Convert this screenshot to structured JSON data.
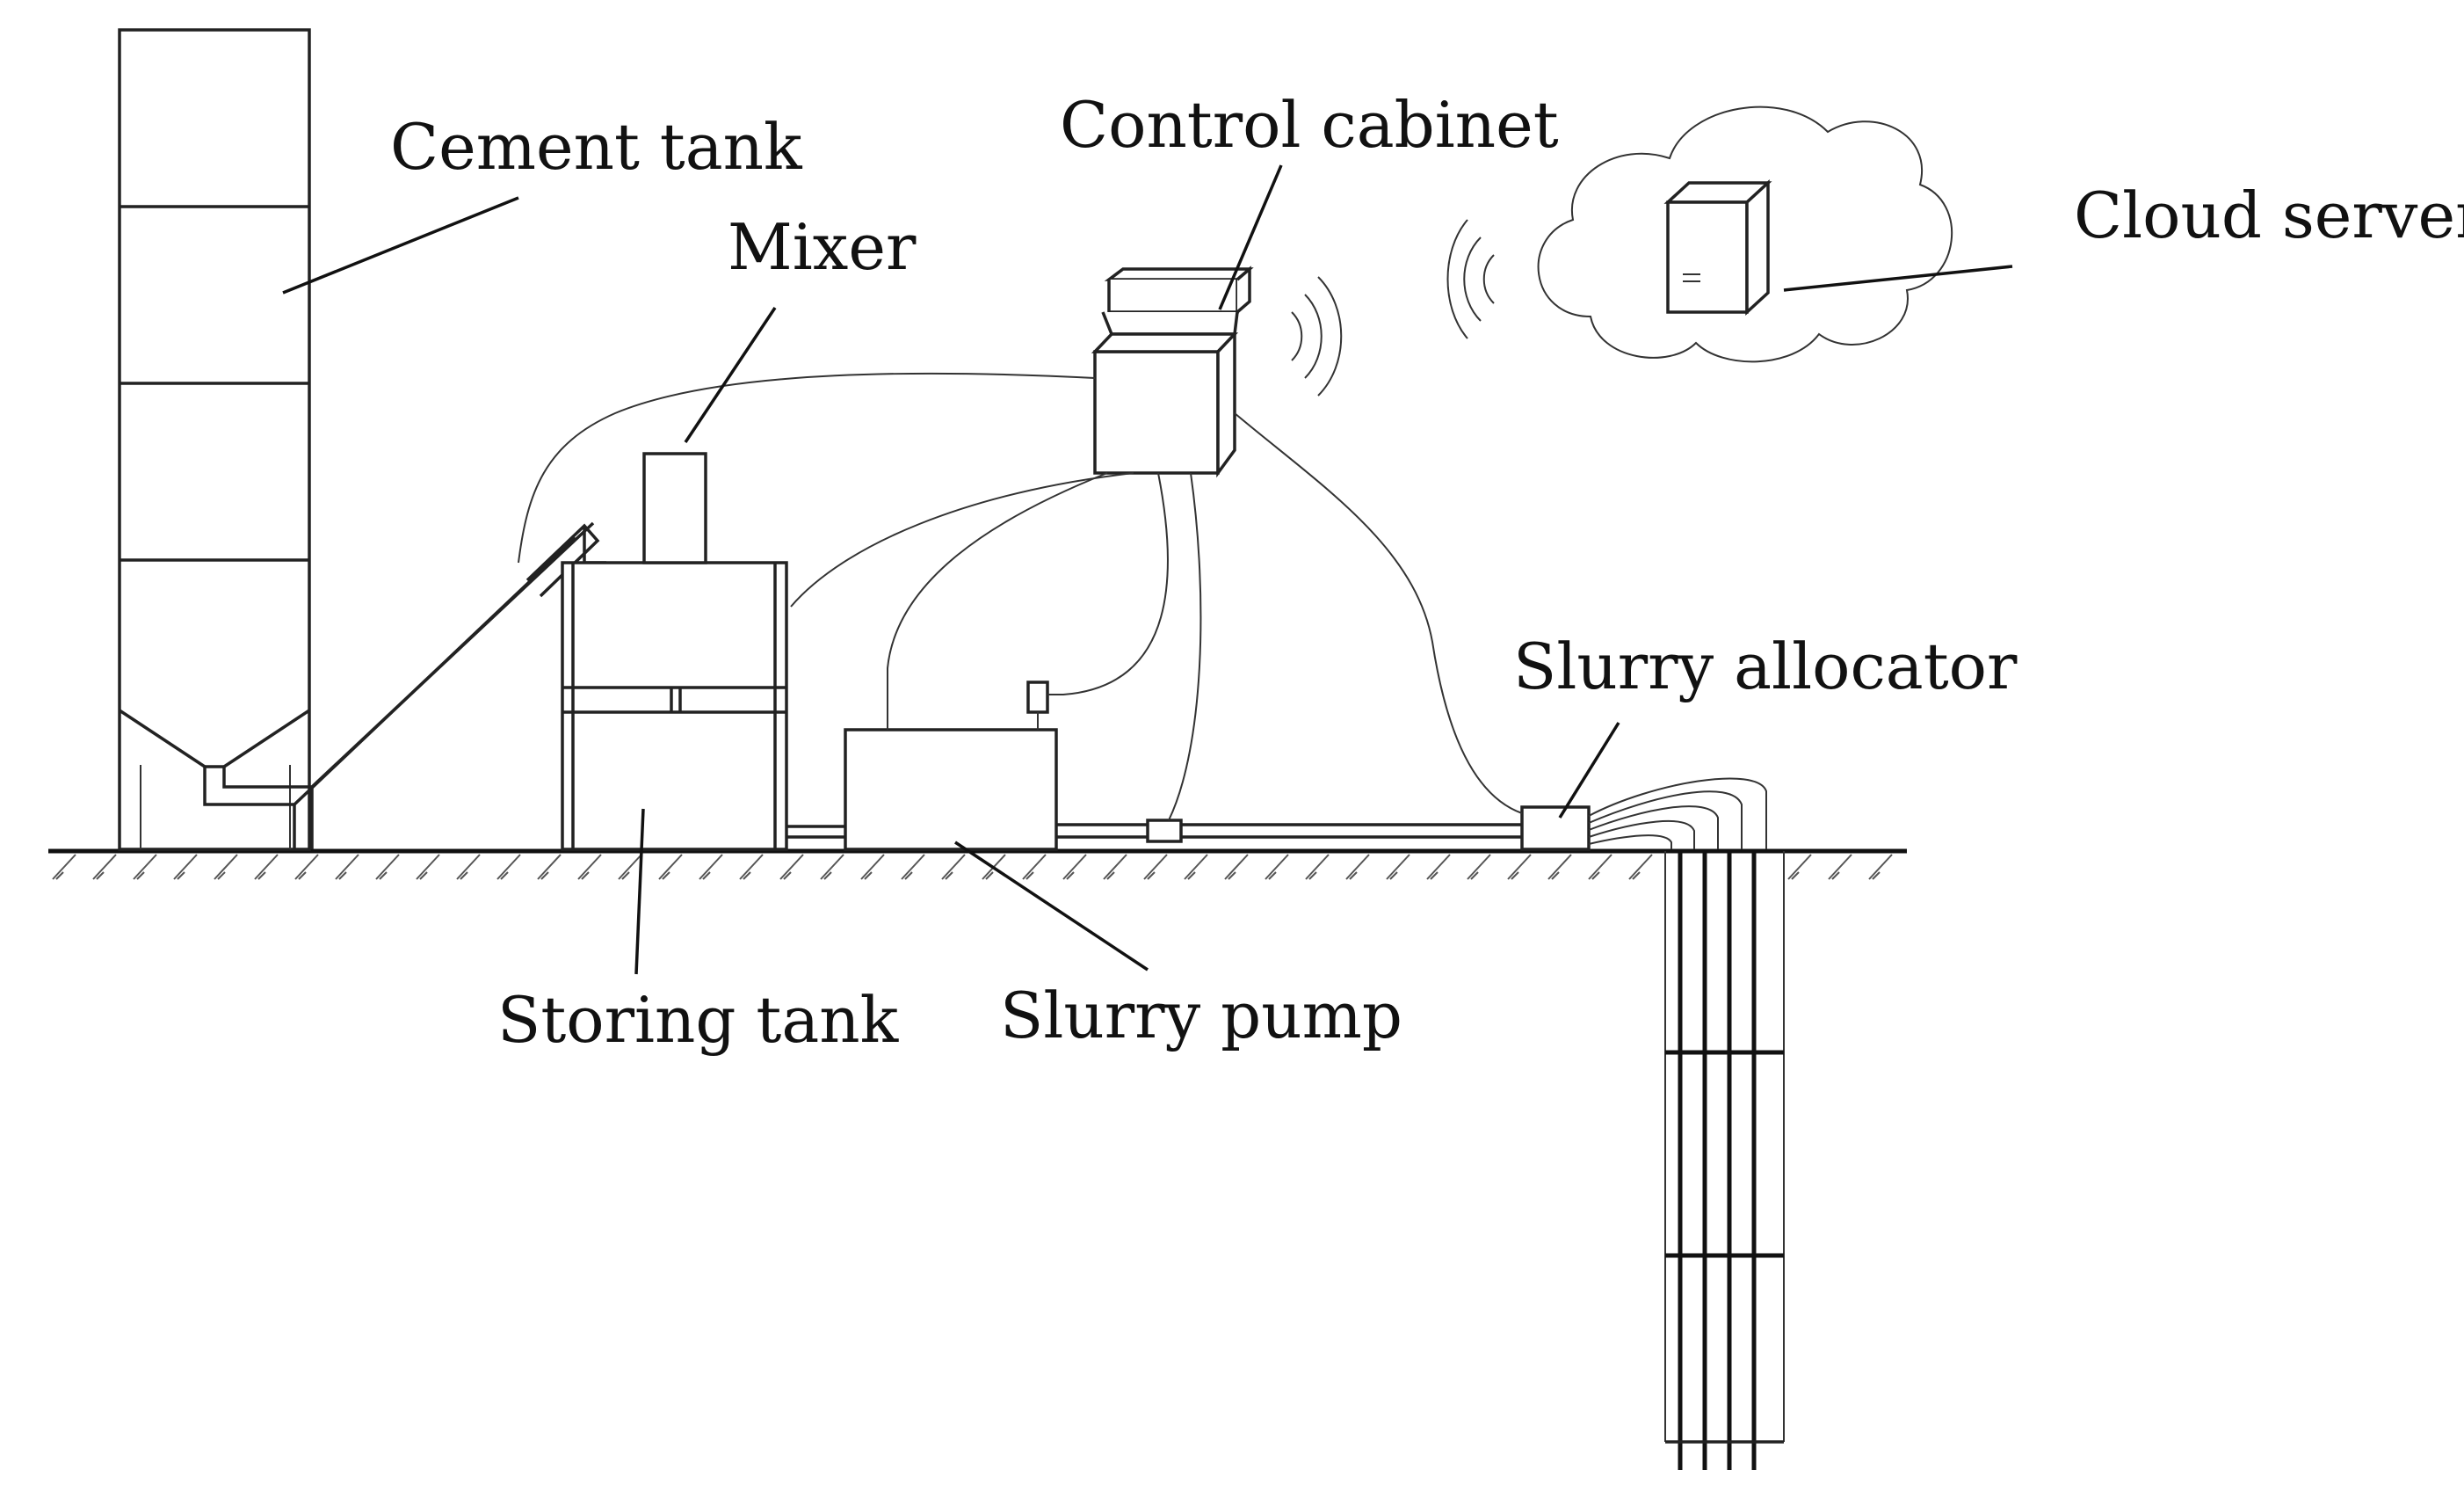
{
  "labels": {
    "cement_tank": "Cement tank",
    "mixer": "Mixer",
    "control_cabinet": "Control cabinet",
    "cloud_server": "Cloud server",
    "slurry_allocator": "Slurry allocator",
    "storing_tank": "Storing tank",
    "slurry_pump": "Slurry pump"
  },
  "colors": {
    "line": "#222222",
    "background": "#ffffff"
  }
}
